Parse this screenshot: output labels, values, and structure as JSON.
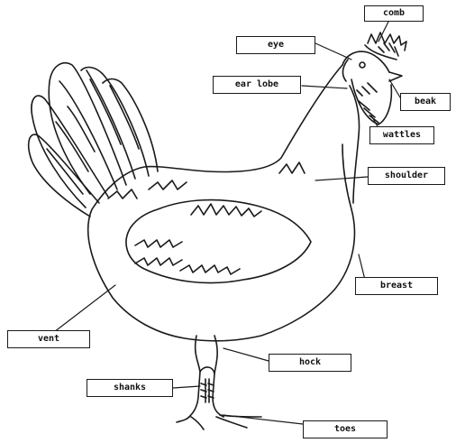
{
  "diagram": {
    "labels": {
      "comb": "comb",
      "eye": "eye",
      "ear_lobe": "ear lobe",
      "beak": "beak",
      "wattles": "wattles",
      "shoulder": "shoulder",
      "breast": "breast",
      "vent": "vent",
      "hock": "hock",
      "shanks": "shanks",
      "toes": "toes"
    },
    "colors": {
      "ink": "#1a1a1a",
      "paper": "#ffffff"
    }
  }
}
